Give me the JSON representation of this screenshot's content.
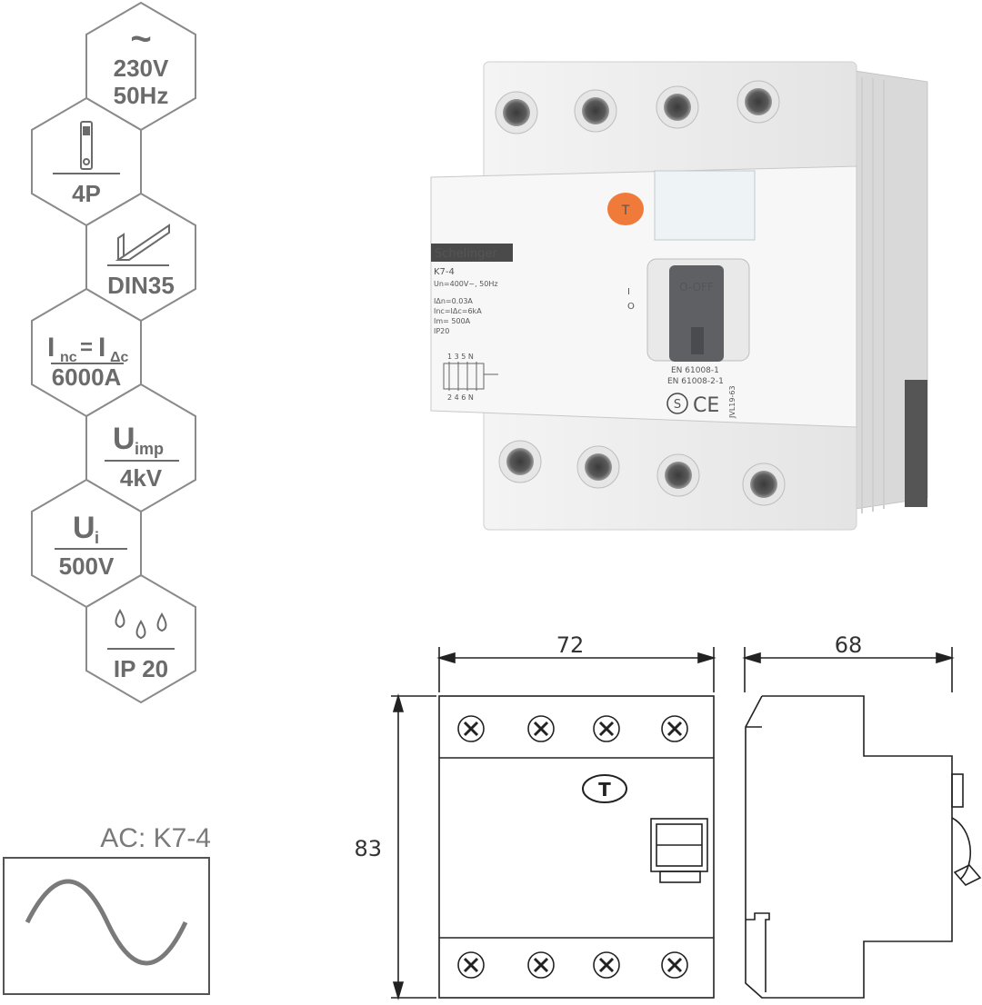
{
  "colors": {
    "hex_stroke": "#8a8a8a",
    "hex_text": "#6b6b6b",
    "body_light": "#eeeeee",
    "handle_dark": "#5f6063",
    "test_button": "#f07a3a",
    "brand_bar": "#4a4a4a",
    "drawing_line": "#222222"
  },
  "specs": {
    "voltage": {
      "symbol": "~",
      "line1": "230V",
      "line2": "50Hz"
    },
    "poles": {
      "label": "4P"
    },
    "mounting": {
      "label": "DIN35"
    },
    "short_circuit": {
      "label": "6000A"
    },
    "impulse_voltage": {
      "label": "4kV"
    },
    "insulation_voltage": {
      "label": "500V"
    },
    "protection": {
      "label": "IP 20"
    }
  },
  "ac_type": {
    "label": "AC: K7-4"
  },
  "product": {
    "brand": "Schelinger",
    "model": "K7-4",
    "rating": "Un=400V~, 50Hz",
    "idn": "IΔn=0.03A",
    "inc": "Inc=IΔc=6kA",
    "im": "Im= 500A",
    "ip": "IP20",
    "handle_label": "O-OFF",
    "terminals_top": "1 3 5 N",
    "terminals_bottom": "2 4 6 N",
    "standard1": "EN 61008-1",
    "standard2": "EN 61008-2-1",
    "code": "JVL19-63",
    "test_label": "T"
  },
  "dimensions": {
    "width": "72",
    "depth": "68",
    "height": "83",
    "test_symbol": "T"
  }
}
